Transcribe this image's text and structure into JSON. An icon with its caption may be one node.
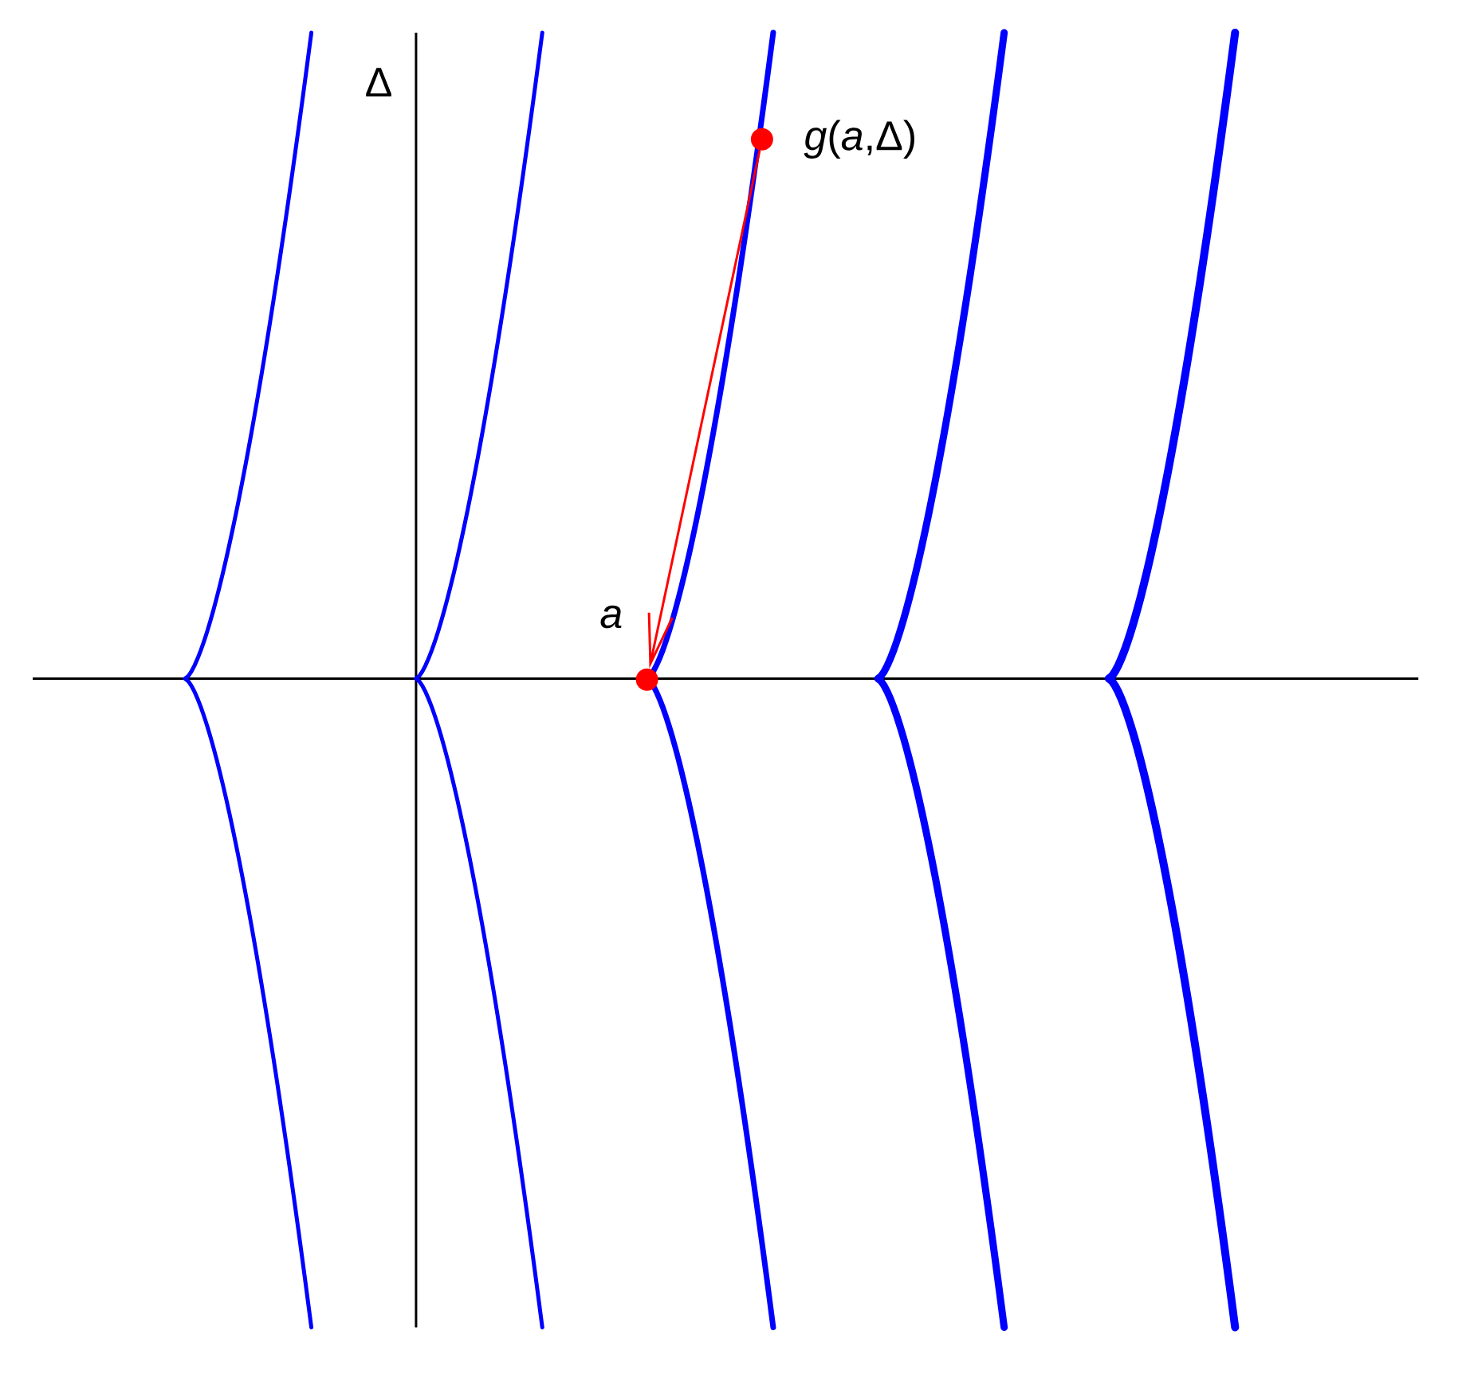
{
  "diagram": {
    "nodes": [
      {
        "text": [],
        "shape": "circle",
        "beside": [
          "*g*(*a*,Δ)"
        ]
      },
      {
        "text": [],
        "shape": "circle",
        "beside": [
          "*a*"
        ]
      }
    ],
    "edges": [
      {
        "from": 0,
        "to": 1,
        "arrow": "to",
        "color": "#ff0000"
      }
    ],
    "labels": [
      "Δ"
    ]
  }
}
